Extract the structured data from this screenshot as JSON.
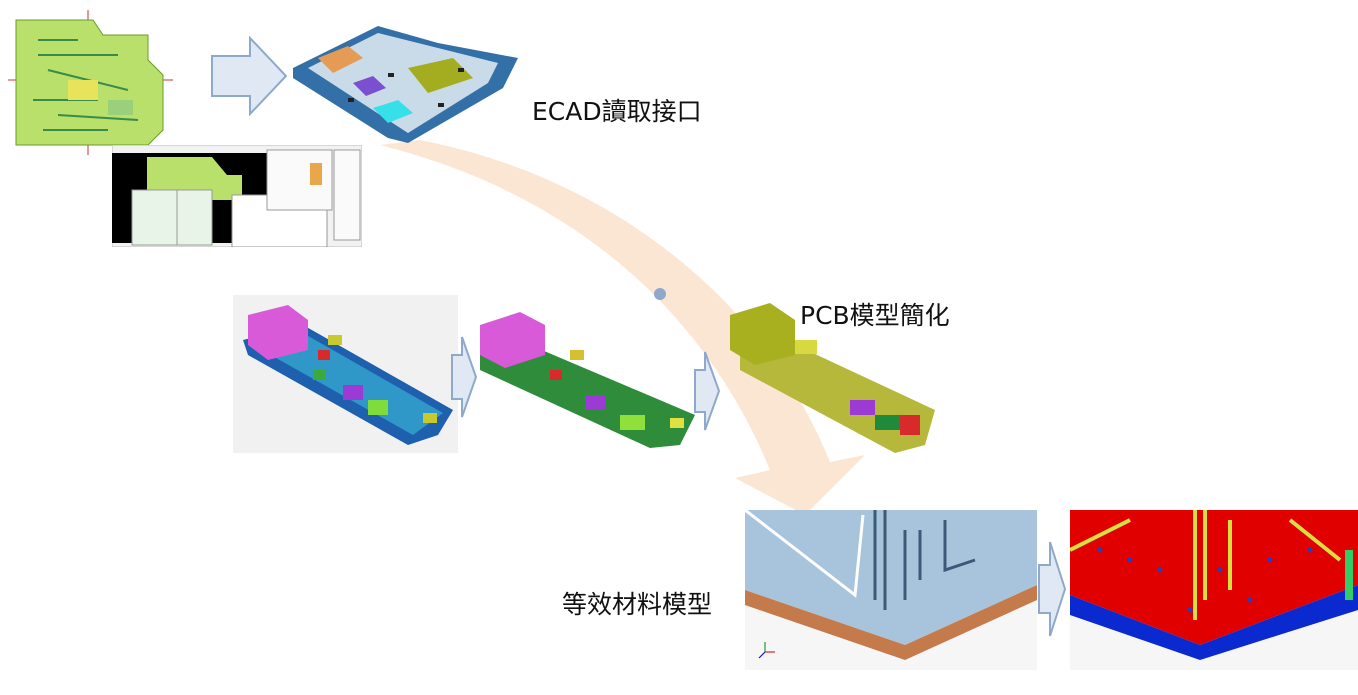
{
  "labels": {
    "ecad": "ECAD讀取接口",
    "pcb": "PCB模型簡化",
    "material": "等效材料模型"
  },
  "colors": {
    "arrow_fill": "#dfe8f3",
    "arrow_stroke": "#8fa9cc",
    "curve_arrow": "#fbe3cf",
    "pcb_green": "#b8e06a",
    "board_blue": "#2f7fb8",
    "mesh_red": "#e00000"
  }
}
